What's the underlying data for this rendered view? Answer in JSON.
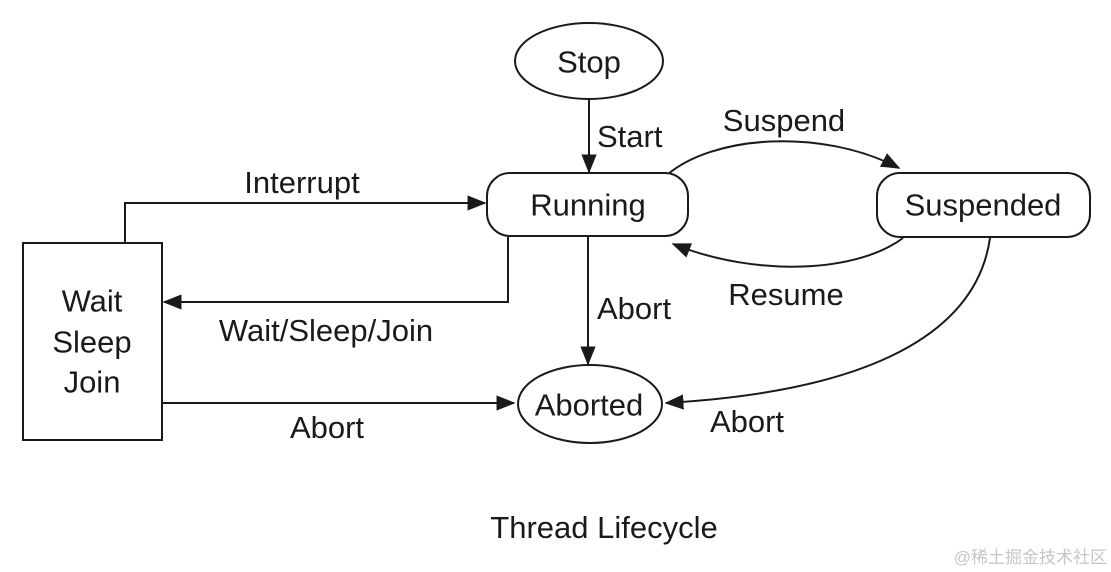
{
  "diagram": {
    "title": "Thread Lifecycle",
    "watermark": "@稀土掘金技术社区",
    "nodes": {
      "stop": {
        "label": "Stop",
        "shape": "ellipse"
      },
      "running": {
        "label": "Running",
        "shape": "rounded-rect"
      },
      "suspended": {
        "label": "Suspended",
        "shape": "rounded-rect"
      },
      "wait": {
        "lines": [
          "Wait",
          "Sleep",
          "Join"
        ],
        "shape": "rect"
      },
      "aborted": {
        "label": "Aborted",
        "shape": "ellipse"
      }
    },
    "edges": {
      "start": {
        "label": "Start",
        "from": "Stop",
        "to": "Running"
      },
      "suspend": {
        "label": "Suspend",
        "from": "Running",
        "to": "Suspended"
      },
      "resume": {
        "label": "Resume",
        "from": "Suspended",
        "to": "Running"
      },
      "interrupt": {
        "label": "Interrupt",
        "from": "Wait/Sleep/Join",
        "to": "Running"
      },
      "wait_sleep_join": {
        "label": "Wait/Sleep/Join",
        "from": "Running",
        "to": "Wait/Sleep/Join"
      },
      "abort_from_running": {
        "label": "Abort",
        "from": "Running",
        "to": "Aborted"
      },
      "abort_from_wait": {
        "label": "Abort",
        "from": "Wait/Sleep/Join",
        "to": "Aborted"
      },
      "abort_from_suspended": {
        "label": "Abort",
        "from": "Suspended",
        "to": "Aborted"
      }
    },
    "colors": {
      "line": "#1a1a1a",
      "text": "#1a1a1a",
      "background": "#ffffff",
      "watermark": "#c6c6c6"
    }
  }
}
